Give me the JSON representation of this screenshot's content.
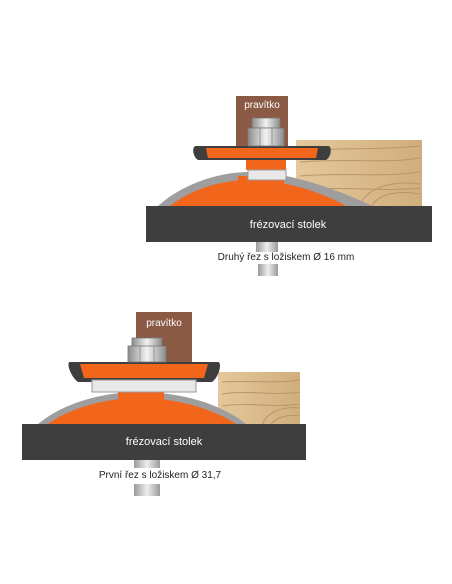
{
  "colors": {
    "orange": "#F2661C",
    "orange_dark": "#C8500F",
    "ruler": "#8B5A45",
    "table": "#3E3E3E",
    "wood": "#D9B98A",
    "wood_dark": "#B8956A",
    "steel": "#C9C9C9",
    "steel_dark": "#8E8E8E",
    "bearing_dark": "#555555"
  },
  "diagram_top": {
    "ruler_label": "pravítko",
    "table_label": "frézovací stolek",
    "caption": "Druhý řez s ložiskem Ø 16 mm"
  },
  "diagram_bottom": {
    "ruler_label": "pravítko",
    "table_label": "frézovací stolek",
    "caption": "První řez s ložiskem Ø 31,7"
  }
}
